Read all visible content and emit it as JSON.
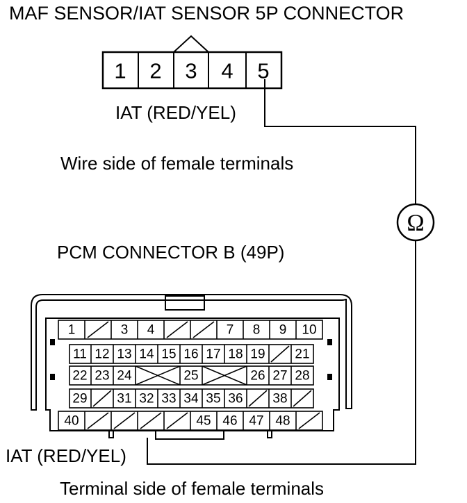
{
  "title_maf": "MAF SENSOR/IAT SENSOR 5P CONNECTOR",
  "maf_pins": [
    "1",
    "2",
    "3",
    "4",
    "5"
  ],
  "iat_label_top": "IAT (RED/YEL)",
  "wire_side": "Wire side of female terminals",
  "title_pcm": "PCM CONNECTOR B (49P)",
  "iat_label_bottom": "IAT (RED/YEL)",
  "terminal_side": "Terminal side of female terminals",
  "meter_symbol": "Ω",
  "pcm_rows": [
    [
      "1",
      "",
      "3",
      "4",
      "",
      "",
      "7",
      "8",
      "9",
      "10"
    ],
    [
      "11",
      "12",
      "13",
      "14",
      "15",
      "16",
      "17",
      "18",
      "19",
      "",
      "21"
    ],
    [
      "22",
      "23",
      "24",
      "X",
      "25",
      "X",
      "26",
      "27",
      "28"
    ],
    [
      "29",
      "",
      "31",
      "32",
      "33",
      "34",
      "35",
      "36",
      "",
      "38",
      ""
    ],
    [
      "40",
      "",
      "",
      "",
      "",
      "45",
      "46",
      "47",
      "48",
      ""
    ]
  ]
}
